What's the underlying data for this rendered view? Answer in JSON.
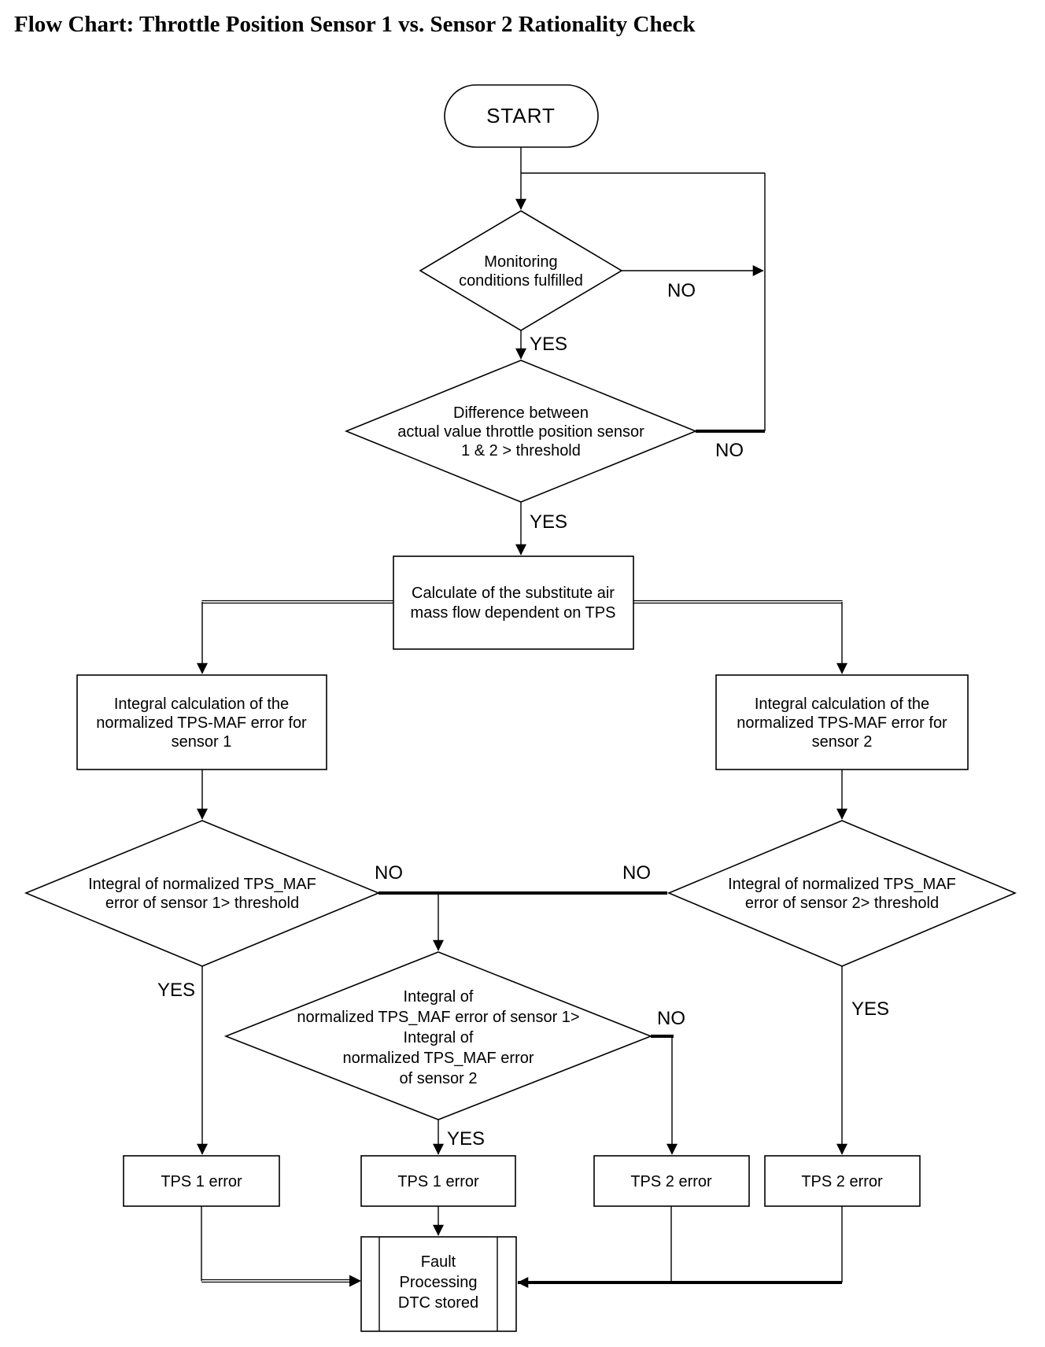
{
  "title": "Flow Chart: Throttle Position Sensor 1 vs. Sensor 2 Rationality Check",
  "nodes": {
    "start": "START",
    "monitoring": [
      "Monitoring",
      "conditions fulfilled"
    ],
    "difference": [
      "Difference between",
      "actual value throttle position sensor",
      "1 & 2 > threshold"
    ],
    "calculate": [
      "Calculate of the substitute air",
      "mass flow dependent on TPS"
    ],
    "integral_sensor1": [
      "Integral calculation of the",
      "normalized TPS-MAF error for",
      "sensor 1"
    ],
    "integral_sensor2": [
      "Integral calculation of the",
      "normalized TPS-MAF error for",
      "sensor 2"
    ],
    "threshold_sensor1": [
      "Integral of normalized TPS_MAF",
      "error of sensor 1> threshold"
    ],
    "threshold_sensor2": [
      "Integral of normalized TPS_MAF",
      "error of sensor 2> threshold"
    ],
    "compare": [
      "Integral of",
      "normalized TPS_MAF error of sensor 1>",
      "Integral of",
      "normalized TPS_MAF error",
      "of sensor 2"
    ],
    "tps1_error_a": "TPS 1 error",
    "tps1_error_b": "TPS 1 error",
    "tps2_error_a": "TPS 2 error",
    "tps2_error_b": "TPS 2 error",
    "fault": [
      "Fault",
      "Processing",
      "DTC stored"
    ]
  },
  "edge_labels": {
    "monitoring_no": "NO",
    "monitoring_yes": "YES",
    "difference_no": "NO",
    "difference_yes": "YES",
    "threshold1_no": "NO",
    "threshold1_yes": "YES",
    "threshold2_no": "NO",
    "threshold2_yes": "YES",
    "compare_no": "NO",
    "compare_yes": "YES"
  },
  "colors": {
    "line": "#000000",
    "fill": "#ffffff",
    "text": "#000000"
  }
}
